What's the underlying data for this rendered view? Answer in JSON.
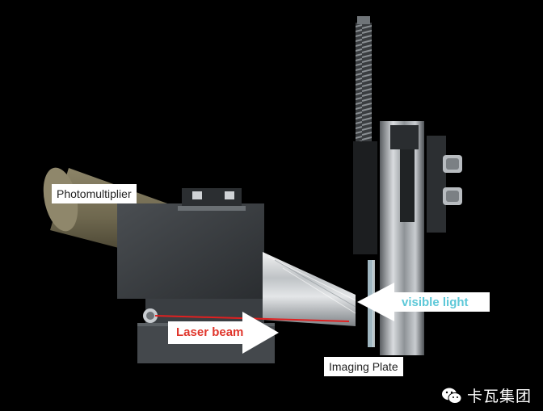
{
  "labels": {
    "photomultiplier": "Photomultiplier",
    "laser_beam": "Laser beam",
    "visible_light": "visible light",
    "imaging_plate": "Imaging Plate"
  },
  "watermark": {
    "text": "卡瓦集团",
    "icon": "wechat-icon"
  },
  "colors": {
    "background": "#000000",
    "laser_label": "#e0362c",
    "laser_beam": "#e02020",
    "visible_light_label": "#5cc8d8",
    "label_box_bg": "#ffffff"
  }
}
